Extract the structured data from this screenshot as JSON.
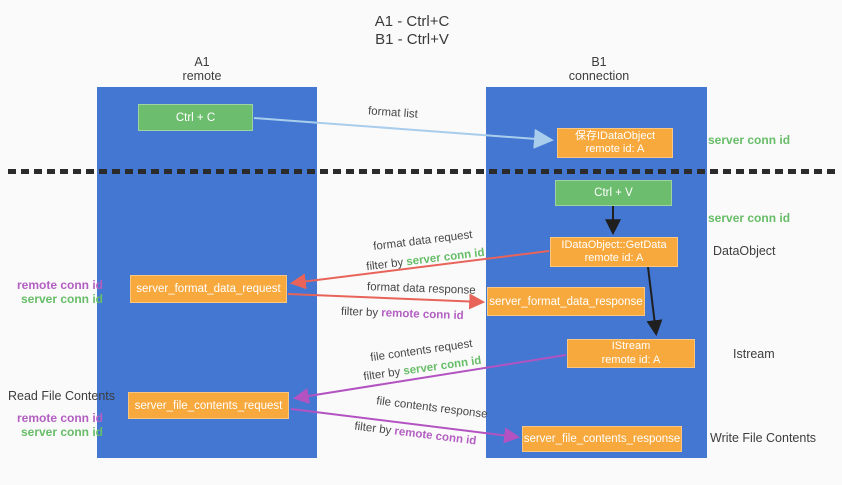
{
  "title": {
    "line1": "A1 - Ctrl+C",
    "line2": "B1 - Ctrl+V"
  },
  "lanes": {
    "a": {
      "name": "A1",
      "subtitle": "remote"
    },
    "b": {
      "name": "B1",
      "subtitle": "connection"
    }
  },
  "nodes": {
    "ctrl_c": {
      "label": "Ctrl + C"
    },
    "ctrl_v": {
      "label": "Ctrl + V"
    },
    "save_idataobject": {
      "line1": "保存IDataObject",
      "line2": "remote id: A"
    },
    "idataobject_getdata": {
      "line1": "IDataObject::GetData",
      "line2": "remote id: A"
    },
    "istream": {
      "line1": "IStream",
      "line2": "remote id: A"
    },
    "server_format_data_request": {
      "label": "server_format_data_request"
    },
    "server_format_data_response": {
      "label": "server_format_data_response"
    },
    "server_file_contents_request": {
      "label": "server_file_contents_request"
    },
    "server_file_contents_response": {
      "label": "server_file_contents_response"
    }
  },
  "arrow_labels": {
    "format_list": "format list",
    "format_data_request": "format data request",
    "format_data_response": "format data response",
    "file_contents_request": "file contents request",
    "file_contents_response": "file contents response",
    "filter_by": "filter by ",
    "server_conn_id": "server conn id",
    "remote_conn_id": "remote conn id"
  },
  "side_labels": {
    "server_conn_id_top": "server conn id",
    "server_conn_id_mid": "server conn id",
    "dataobject": "DataObject",
    "istream": "Istream",
    "write_file_contents": "Write File Contents",
    "read_file_contents": "Read File Contents",
    "remote_conn_id": "remote conn id",
    "server_conn_id": "server conn id"
  },
  "colors": {
    "lane_blue": "#4377d2",
    "box_orange": "#f7a93e",
    "box_green": "#6cbd6d",
    "arrow_lightblue": "#a9cdec",
    "arrow_red": "#e8645a",
    "arrow_magenta": "#b353c1",
    "label_green": "#67bd68",
    "label_purple": "#b35fc2",
    "text_dark": "#3d3d3d",
    "bg": "#fafafa"
  }
}
